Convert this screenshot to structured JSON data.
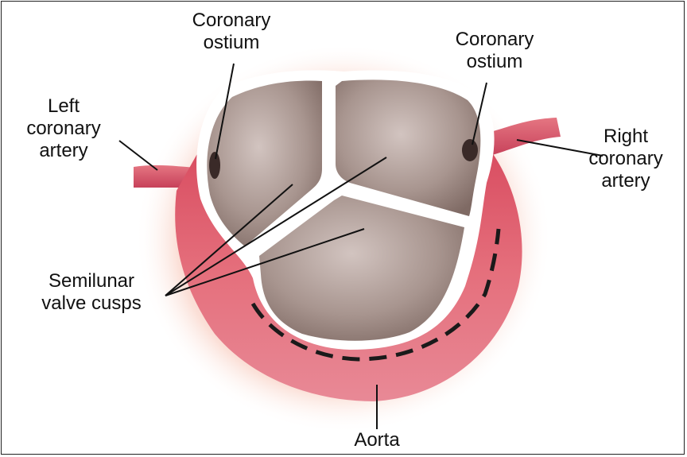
{
  "labels": {
    "coronary_ostium_left": [
      "Coronary",
      "ostium"
    ],
    "coronary_ostium_right": [
      "Coronary",
      "ostium"
    ],
    "left_coronary_artery": [
      "Left",
      "coronary",
      "artery"
    ],
    "right_coronary_artery": [
      "Right",
      "coronary",
      "artery"
    ],
    "semilunar_valve_cusps": [
      "Semilunar",
      "valve cusps"
    ],
    "aorta": "Aorta"
  },
  "colors": {
    "aorta_pink": "#e2707c",
    "aorta_dark": "#c9485a",
    "glow": "#f7c9c4",
    "cusp": "#9c8882",
    "cusp_light": "#c9bab5",
    "ring": "#ffffff",
    "line": "#111111"
  }
}
